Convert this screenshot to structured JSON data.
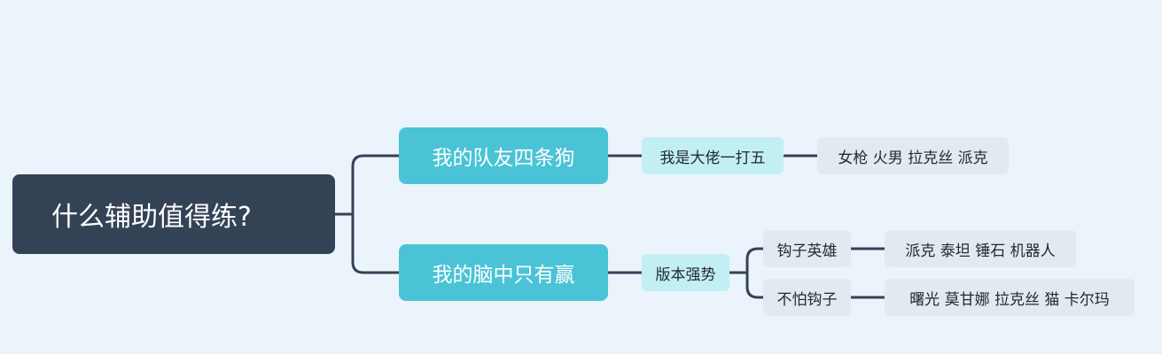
{
  "root": {
    "label": "什么辅助值得练?"
  },
  "branches": [
    {
      "label": "我的队友四条狗",
      "children": [
        {
          "label": "我是大佬一打五",
          "children": [
            {
              "label": "女枪 火男 拉克丝 派克"
            }
          ]
        }
      ]
    },
    {
      "label": "我的脑中只有赢",
      "children": [
        {
          "label": "版本强势",
          "children": [
            {
              "label": "钩子英雄",
              "children": [
                {
                  "label": "派克 泰坦 锤石 机器人"
                }
              ]
            },
            {
              "label": "不怕钩子",
              "children": [
                {
                  "label": "曙光 莫甘娜 拉克丝 猫 卡尔玛"
                }
              ]
            }
          ]
        }
      ]
    }
  ],
  "colors": {
    "background": "#ebf3fb",
    "root": "#344256",
    "main": "#4ac3d6",
    "sub": "#c2eff4",
    "leaf": "#e2e9f1",
    "connector": "#344256"
  }
}
